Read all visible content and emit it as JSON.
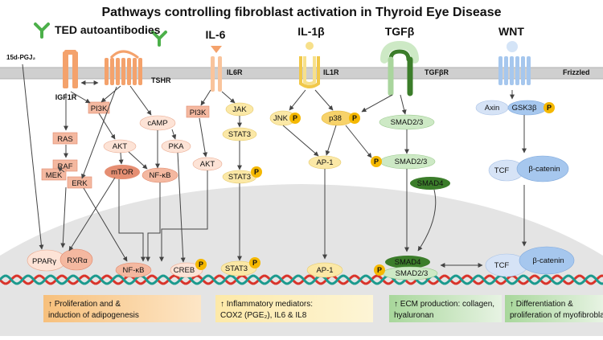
{
  "title": "Pathways controlling fibroblast activation in Thyroid Eye Disease",
  "ligands": {
    "ted_autoantibodies": "TED autoantibodies",
    "pgj2": "15d-PGJ₂",
    "il6": "IL-6",
    "il1b": "IL-1β",
    "tgfb": "TGFβ",
    "wnt": "WNT"
  },
  "receptors": {
    "igf1r": "IGF1R",
    "tshr": "TSHR",
    "il6r": "IL6R",
    "il1r": "IL1R",
    "tgfbr": "TGFβR",
    "frizzled": "Frizzled"
  },
  "nodes": {
    "pi3k_a": "PI3K",
    "ras": "RAS",
    "raf": "RAF",
    "mek": "MEK",
    "erk": "ERK",
    "akt_a": "AKT",
    "mtor": "mTOR",
    "camp": "cAMP",
    "pka": "PKA",
    "nfkb_cyto": "NF-κB",
    "pi3k_b": "PI3K",
    "jak": "JAK",
    "stat3_a": "STAT3",
    "akt_b": "AKT",
    "stat3_b": "STAT3",
    "jnk": "JNK",
    "p38": "p38",
    "ap1_cyto": "AP-1",
    "smad23_a": "SMAD2/3",
    "smad23_b": "SMAD2/3",
    "smad4_cyto": "SMAD4",
    "axin": "Axin",
    "gsk3b": "GSK3β",
    "tcf_cyto": "TCF",
    "bcat_cyto": "β-catenin",
    "pparg": "PPARγ",
    "rxra": "RXRα",
    "nfkb_nuc": "NF-κB",
    "creb": "CREB",
    "stat3_nuc": "STAT3",
    "ap1_nuc": "AP-1",
    "smad4_nuc": "SMAD4",
    "smad23_nuc": "SMAD2/3",
    "tcf_nuc": "TCF",
    "bcat_nuc": "β-catenin"
  },
  "phospho_label": "P",
  "outcomes": {
    "o1_line1": "↑ Proliferation and & ",
    "o1_line2": "induction of adipogenesis",
    "o2_line1": "↑ Inflammatory mediators:",
    "o2_line2": "COX2 (PGE₂), IL6 & IL8",
    "o3_line1": "↑ ECM production: collagen,",
    "o3_line2": "hyaluronan",
    "o4_line1": "↑ Differentiation &",
    "o4_line2": "proliferation of myofibroblasts"
  },
  "colors": {
    "membrane": "#c9c9c9",
    "igf1r": "#f4a26c",
    "salmon_node": "#f4b8a0",
    "mtor": "#e58e72",
    "pale_orange": "#fde3d6",
    "il6_yellow": "#fbe8a6",
    "p_badge": "#f5b800",
    "tgf_light": "#cde9c5",
    "tgf_dark": "#3b7d2a",
    "wnt_blue": "#a6c7ee",
    "wnt_node": "#d6e3f6",
    "nucleus": "#e3e3e3",
    "dna_red": "#d9342b",
    "dna_teal": "#1c9a8e",
    "outcome_orange": "#fbd7a4",
    "outcome_green": "#c6e6bf",
    "outcome_blue": "#d8e7f5"
  }
}
